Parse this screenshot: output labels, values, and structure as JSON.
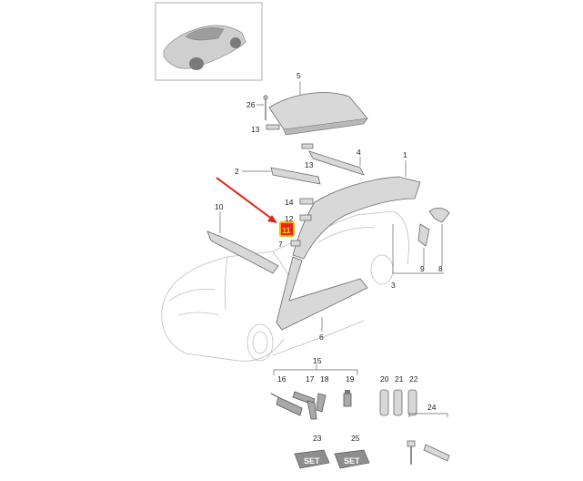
{
  "callouts": {
    "c1": "1",
    "c2": "2",
    "c3": "3",
    "c4": "4",
    "c5": "5",
    "c6": "6",
    "c7": "7",
    "c8": "8",
    "c9": "9",
    "c10": "10",
    "c11": "11",
    "c12": "12",
    "c13a": "13",
    "c13b": "13",
    "c14": "14",
    "c15": "15",
    "c16": "16",
    "c17": "17",
    "c18": "18",
    "c19": "19",
    "c20": "20",
    "c21": "21",
    "c22": "22",
    "c23": "23",
    "c24": "24",
    "c25": "25",
    "c26": "26"
  },
  "highlight": {
    "label": "11"
  },
  "set_kits": {
    "left": "SET",
    "right": "SET"
  },
  "colors": {
    "highlight_fill": "#e8231a",
    "highlight_border": "#f2b400",
    "arrow": "#e32119"
  }
}
